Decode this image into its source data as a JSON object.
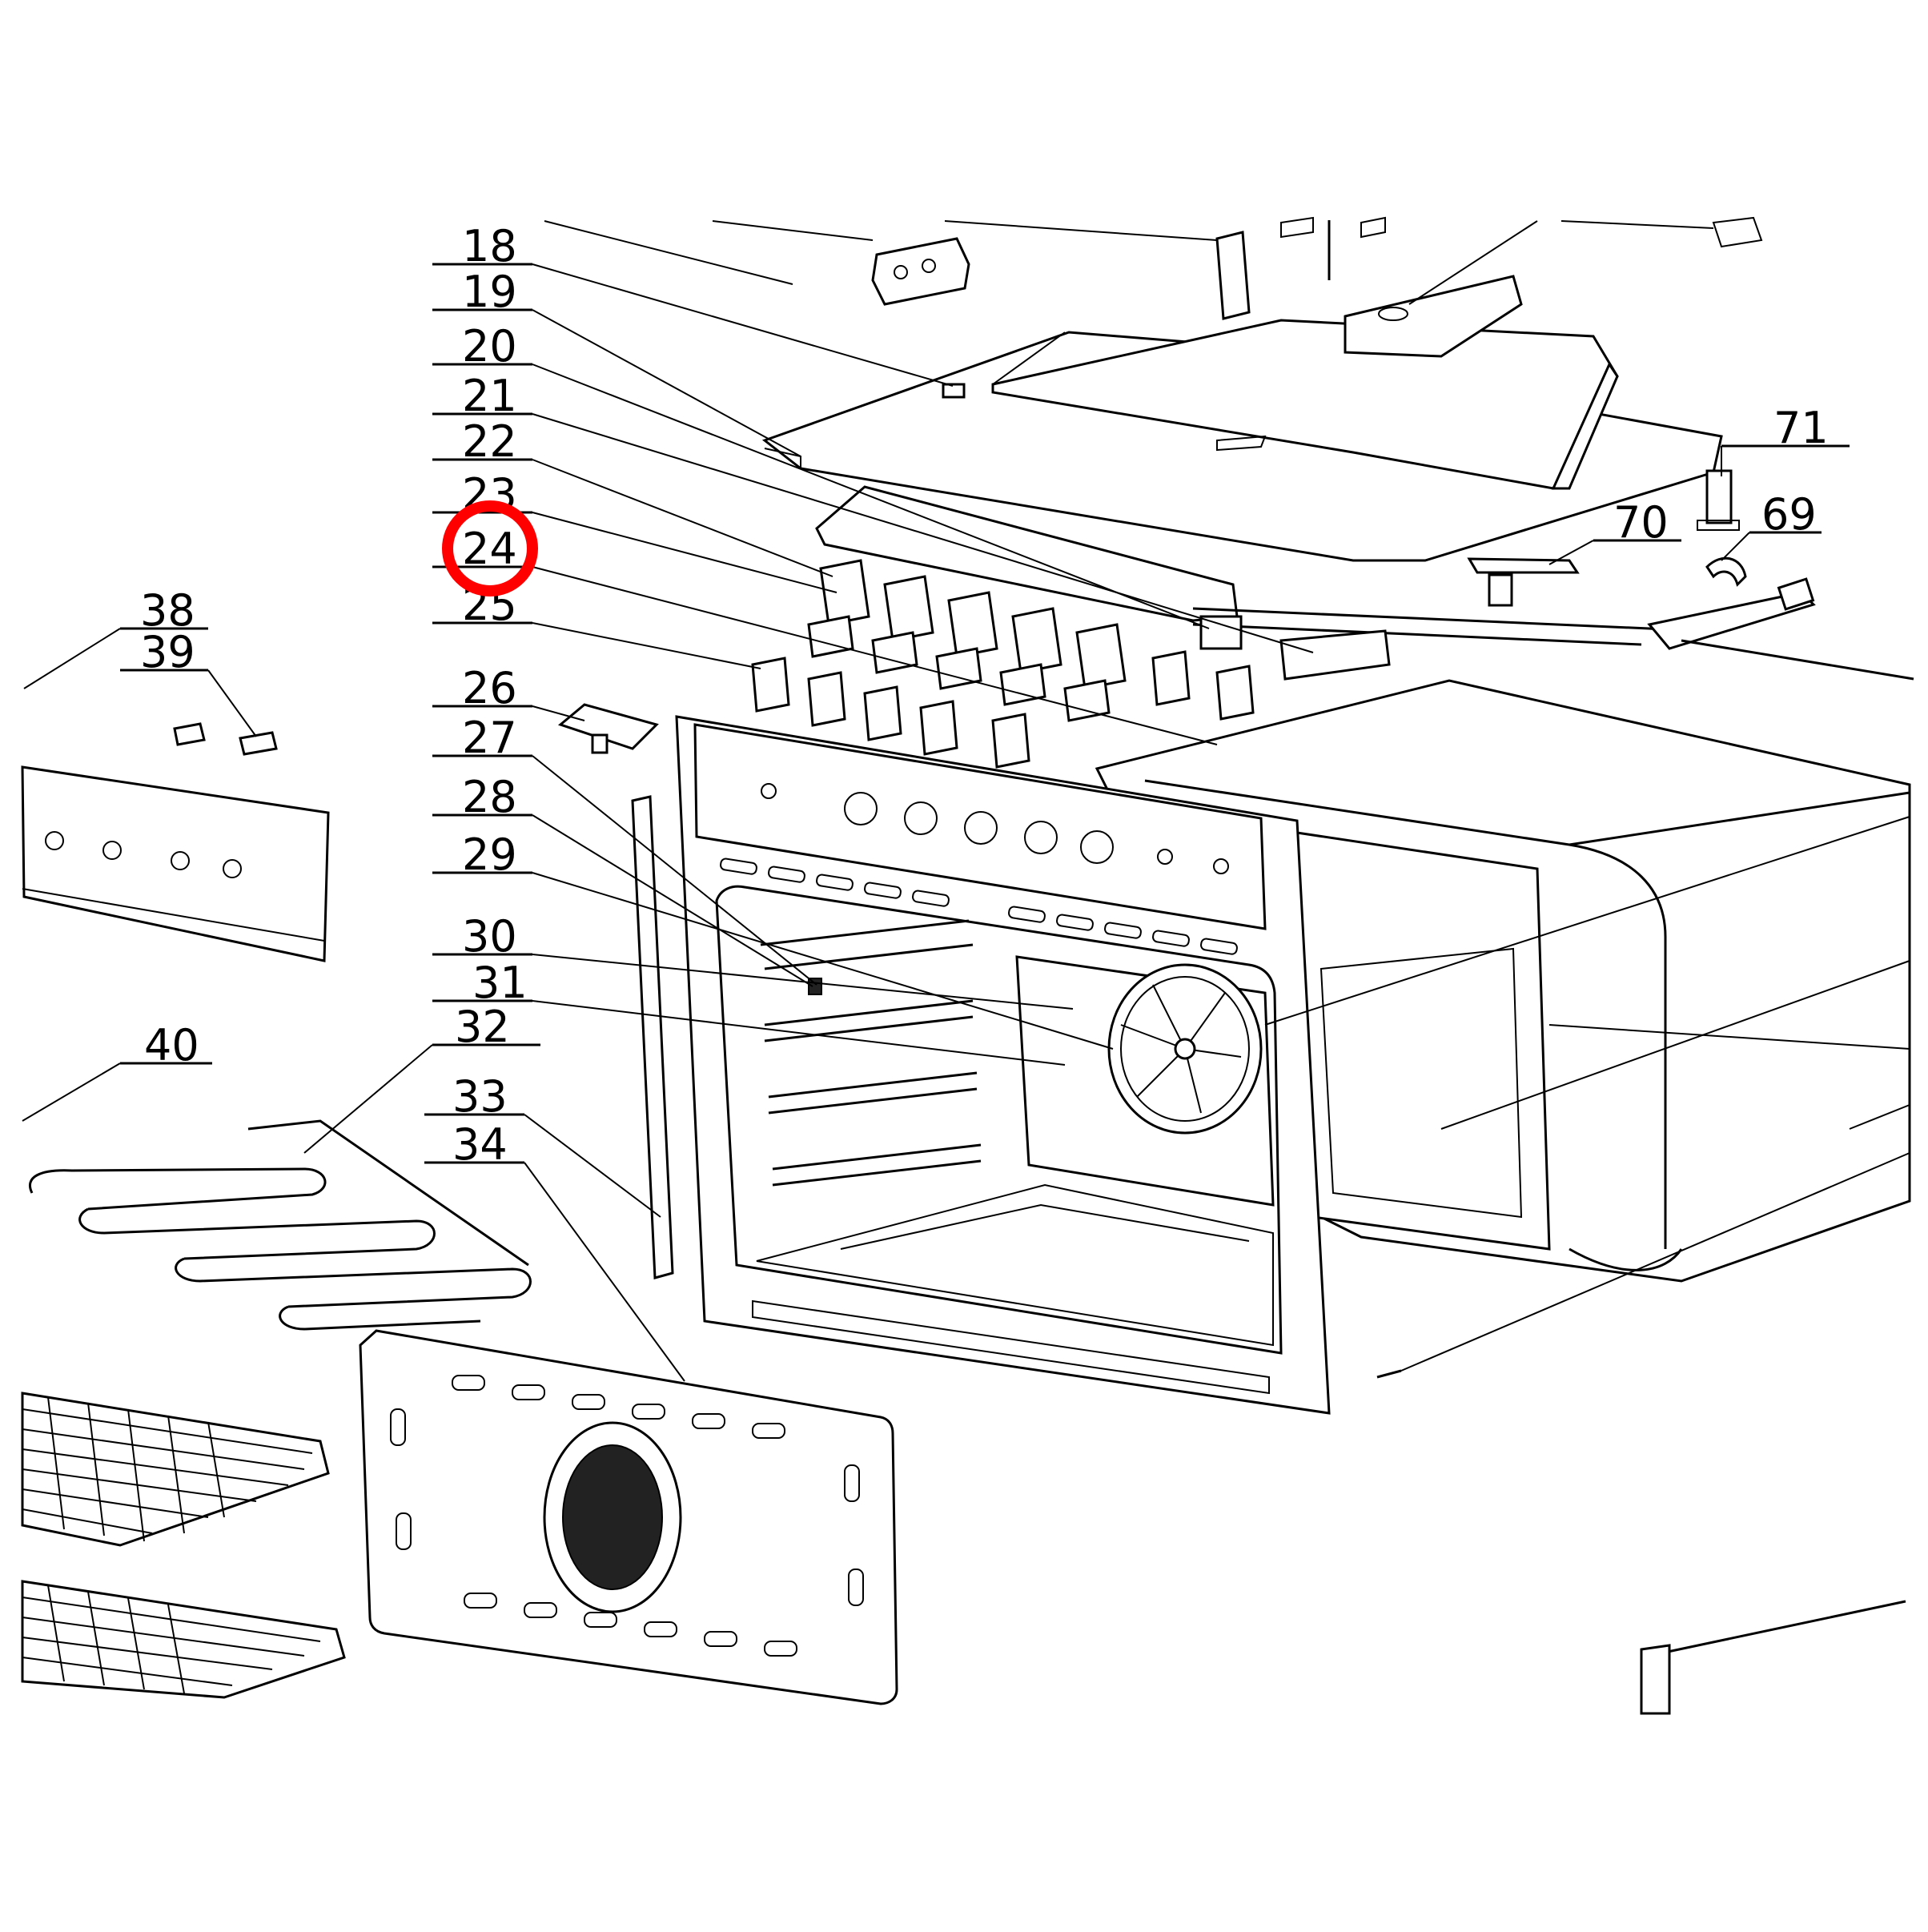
{
  "diagram": {
    "callouts": [
      {
        "label": "18"
      },
      {
        "label": "19"
      },
      {
        "label": "20"
      },
      {
        "label": "21"
      },
      {
        "label": "22"
      },
      {
        "label": "23"
      },
      {
        "label": "24"
      },
      {
        "label": "25"
      },
      {
        "label": "26"
      },
      {
        "label": "27"
      },
      {
        "label": "28"
      },
      {
        "label": "29"
      },
      {
        "label": "30"
      },
      {
        "label": "31"
      },
      {
        "label": "32"
      },
      {
        "label": "33"
      },
      {
        "label": "34"
      },
      {
        "label": "38"
      },
      {
        "label": "39"
      },
      {
        "label": "40"
      },
      {
        "label": "69"
      },
      {
        "label": "70"
      },
      {
        "label": "71"
      }
    ],
    "highlighted_callout": "24",
    "highlight_color": "#ff0000",
    "line_color": "#000000"
  }
}
